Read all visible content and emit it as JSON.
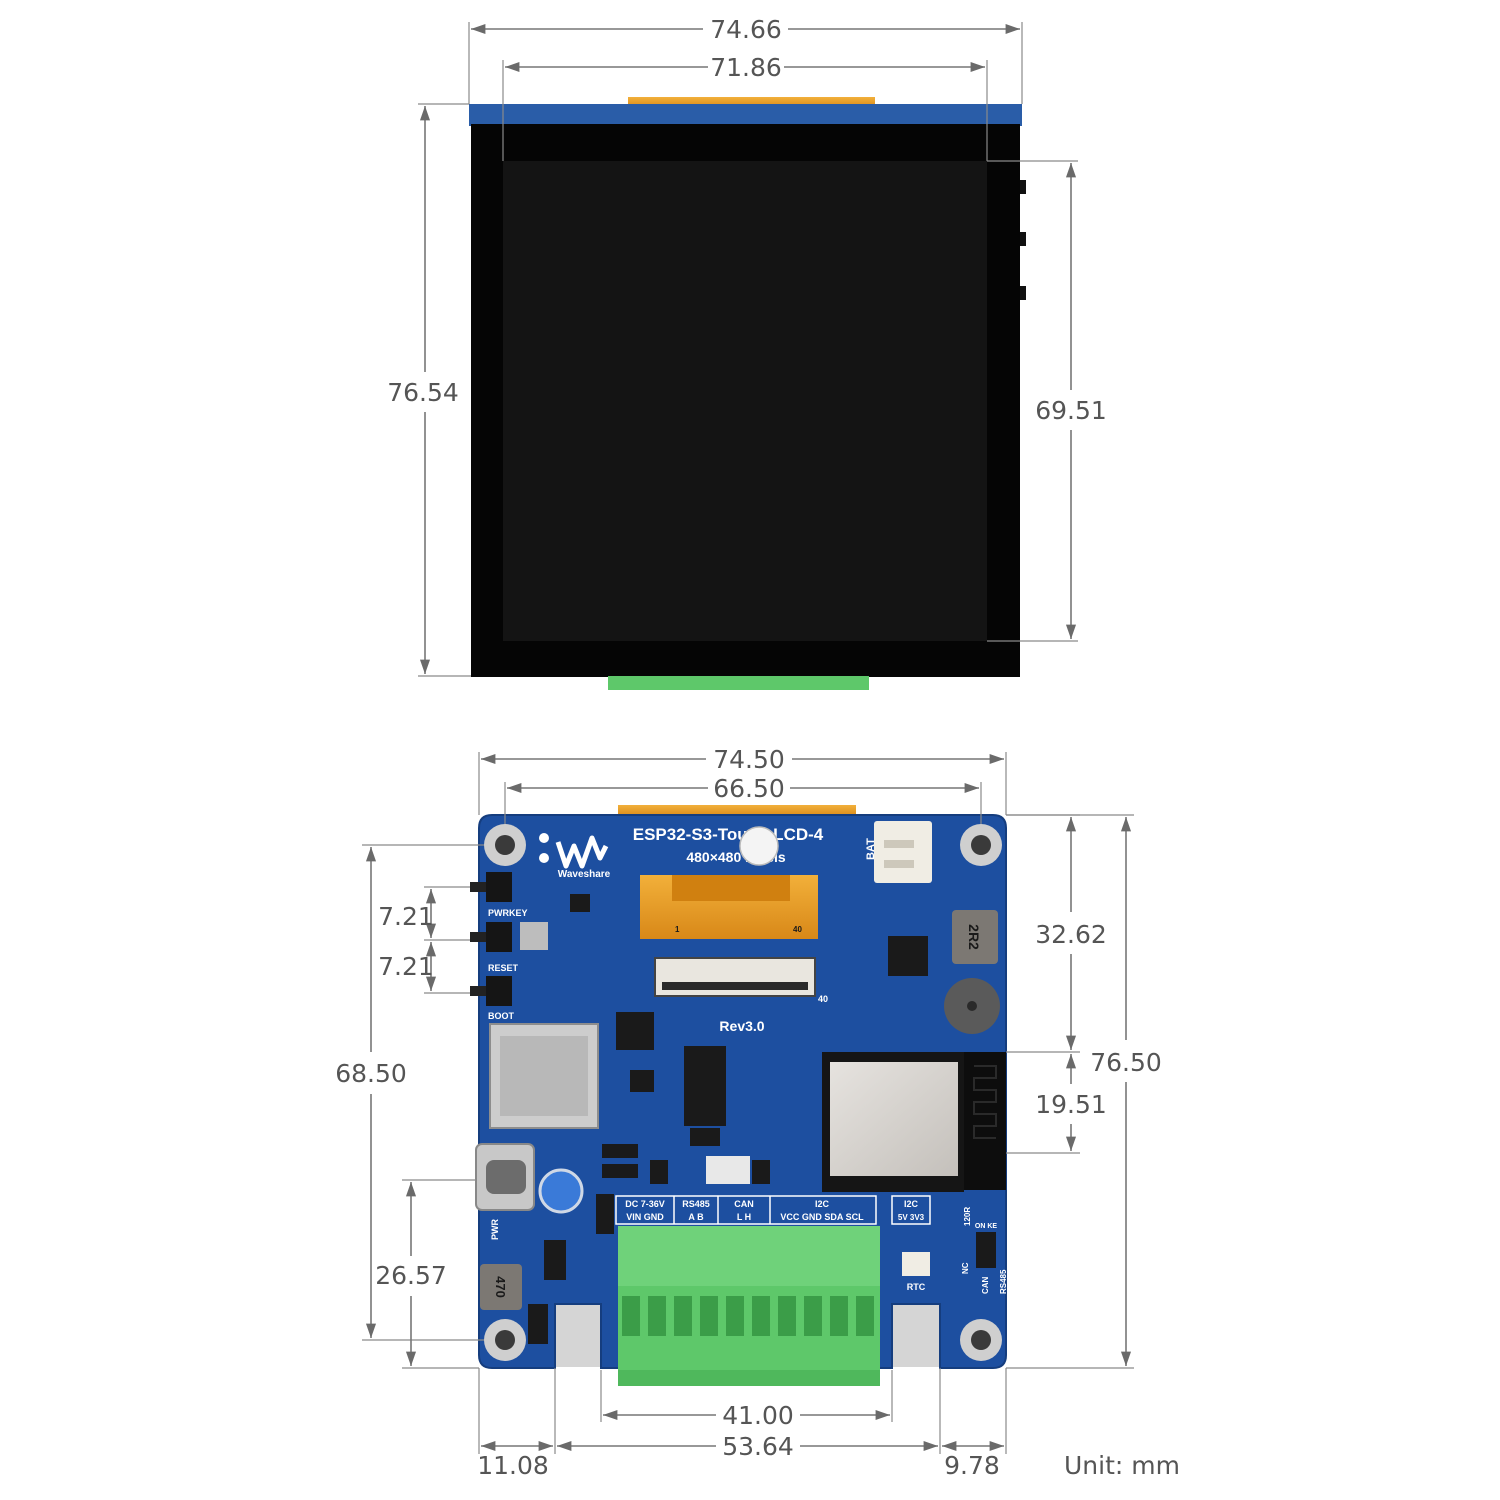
{
  "unit_label": "Unit: mm",
  "colors": {
    "pcb_blue": "#1d4fa0",
    "screen_black": "#0b0b0b",
    "terminal_green": "#5ec86a",
    "fpc_orange": "#e8a02a",
    "dimension_gray": "#555555"
  },
  "top_view": {
    "dims": {
      "overall_width": "74.66",
      "active_width": "71.86",
      "overall_height": "76.54",
      "active_height": "69.51"
    }
  },
  "bottom_view": {
    "board": {
      "title": "ESP32-S3-Touch-LCD-4",
      "resolution": "480×480 Pixels",
      "brand": "Waveshare",
      "revision": "Rev3.0",
      "battery_label": "BAT",
      "button_labels": [
        "PWRKEY",
        "RESET",
        "BOOT"
      ],
      "pwr_label": "PWR",
      "rtc_label": "RTC",
      "inductor_label": "2R2",
      "inductor2_label": "470",
      "fpc_pin_1": "1",
      "fpc_pin_40": "40",
      "connector_pin_40": "40",
      "switch_top": "ON KE",
      "switch_side": [
        "120R",
        "NC",
        "CAN",
        "RS485"
      ],
      "terminal_groups": [
        {
          "title": "DC 7-36V",
          "pins": "VIN GND"
        },
        {
          "title": "RS485",
          "pins": "A    B"
        },
        {
          "title": "CAN",
          "pins": "L    H"
        },
        {
          "title": "I2C",
          "pins": "VCC GND SDA  SCL"
        }
      ],
      "i2c_small": {
        "title": "I2C",
        "pins": "5V 3V3"
      }
    },
    "dims": {
      "overall_width": "74.50",
      "hole_spacing_x": "66.50",
      "button_pitch_1": "7.21",
      "button_pitch_2": "7.21",
      "left_height": "68.50",
      "usb_offset": "26.57",
      "upper_right": "32.62",
      "antenna_height": "19.51",
      "overall_height": "76.50",
      "terminal_width": "41.00",
      "bottom_left": "11.08",
      "bottom_mid": "53.64",
      "bottom_right": "9.78"
    }
  }
}
